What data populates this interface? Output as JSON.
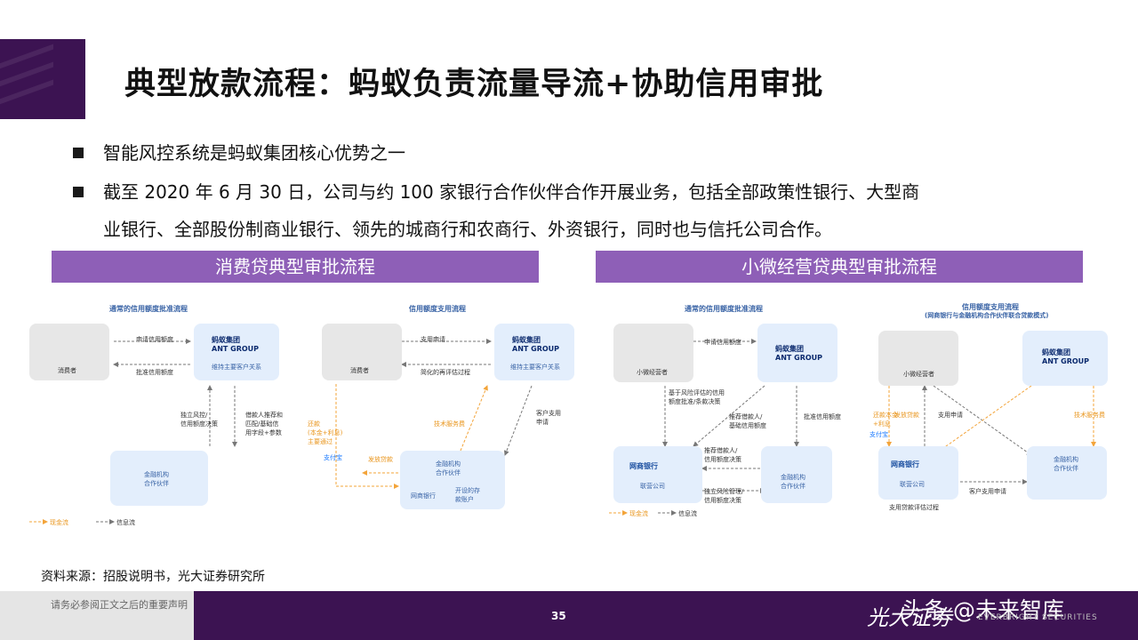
{
  "title": "典型放款流程：蚂蚁负责流量导流+协助信用审批",
  "bullets": [
    "智能风控系统是蚂蚁集团核心优势之一",
    "截至 2020 年 6 月 30 日，公司与约 100 家银行合作伙伴合作开展业务，包括全部政策性银行、大型商",
    "业银行、全部股份制商业银行、领先的城商行和农商行、外资银行，同时也与信托公司合作。"
  ],
  "panels": {
    "left": {
      "header": "消费贷典型审批流程",
      "sub1": "通常的信用额度批准流程",
      "sub2": "信用额度支用流程",
      "consumer": "消费者",
      "ant_cn": "蚂蚁集团",
      "ant_en": "ANT GROUP",
      "ant_sub": "维持主要客户关系",
      "bank": "金融机构\n合作伙伴",
      "steps": {
        "s1": "申请信用额度",
        "s4": "批准信用额度",
        "s3": "独立风控/\n信用额度决策",
        "s2": "借款人推荐和\n匹配/基础信\n用字段+参数",
        "s5": "支用申请",
        "s6": "简化的再评估过程",
        "s7": "客户支用\n申请",
        "s9": "还款\n(本金+利息)\n主要通过",
        "s8": "发放贷款",
        "s10": "技术服务费"
      },
      "alipay": "支付宝",
      "mybank": "网商银行",
      "account": "开设的存\n款账户",
      "legend_cash": "现金流",
      "legend_info": "信息流"
    },
    "right": {
      "header": "小微经营贷典型审批流程",
      "sub1": "通常的信用额度批准流程",
      "sub2": "信用额度支用流程",
      "sub2b": "(网商银行与金融机构合作伙伴联合贷款模式)",
      "merchant": "小微经营者",
      "ant_cn": "蚂蚁集团",
      "ant_en": "ANT GROUP",
      "mybank": "网商银行",
      "joint": "联营公司",
      "bank": "金融机构\n合作伙伴",
      "alipay": "支付宝",
      "steps": {
        "s1": "申请信用额度",
        "s6": "基于风险评估的信用\n额度批准/条款决策",
        "s4": "推荐借款人/\n基础信用额度",
        "s3": "批准信用额度",
        "s2": "推荐借款人/\n信用额度决策",
        "s5": "独立风险管理/\n信用额度决策",
        "s7": "支用申请",
        "s9": "客户支用申请",
        "s8": "支用贷款评估过程",
        "s10": "发放贷款",
        "s11": "还款本金\n+利息",
        "s12": "技术服务费"
      },
      "legend_cash": "现金流",
      "legend_info": "信息流"
    }
  },
  "source": "资料来源：招股说明书，光大证券研究所",
  "footer": {
    "disclaimer": "请务必参阅正文之后的重要声明",
    "page": "35",
    "brand": "光大证券",
    "watermark": "头条 @未来智库",
    "brand_en": "EVERBRIGHT SECURITIES"
  },
  "colors": {
    "purple_dark": "#3c1352",
    "header_purple": "#8e5fb7",
    "flow_orange": "#f3a43a",
    "diagram_blue": "#3a64a6"
  }
}
